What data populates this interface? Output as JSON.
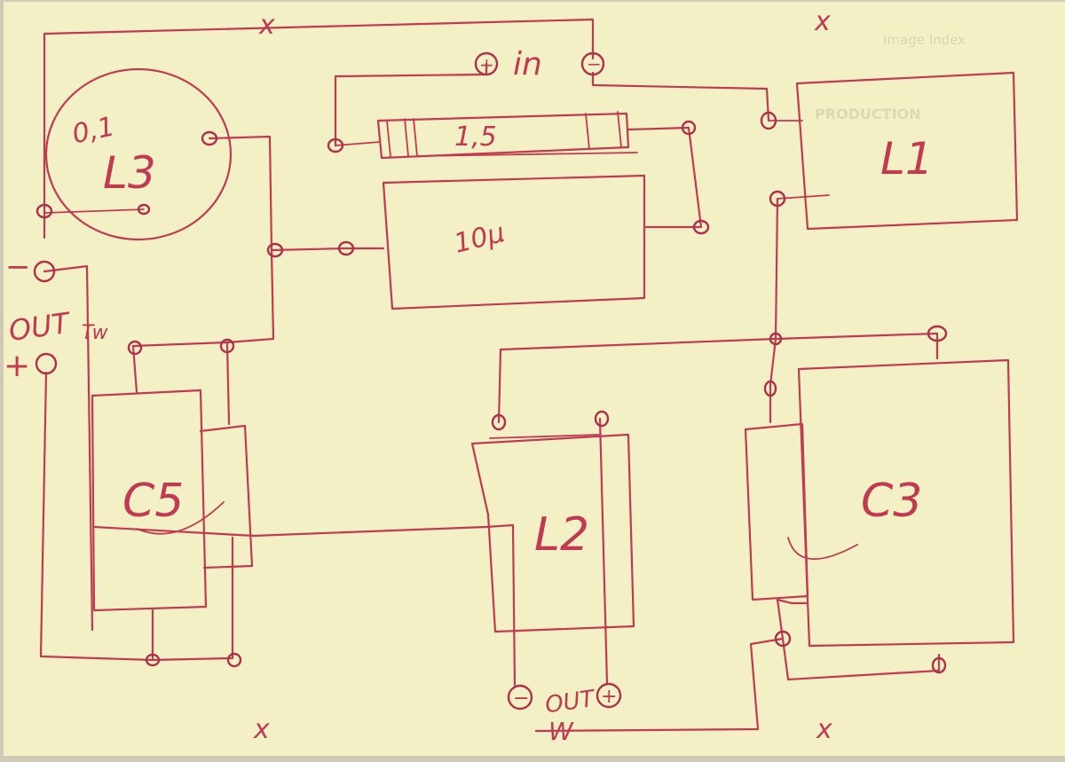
{
  "colors": {
    "paper": "#f3f0c6",
    "paper_edge": "#cfcab4",
    "ink": "#c23a52"
  },
  "components": {
    "l3": {
      "value": "0,1",
      "label": "L3"
    },
    "l1": {
      "label": "L1"
    },
    "l2": {
      "label": "L2"
    },
    "c3": {
      "label": "C3"
    },
    "c5": {
      "label": "C5"
    },
    "resistor": {
      "value": "1,5"
    },
    "capacitor": {
      "value": "10µ"
    }
  },
  "terminals": {
    "in_label": "in",
    "in_plus": "+",
    "in_minus": "−",
    "out_left_label": "OUT",
    "out_left_sub": "Tw",
    "out_left_minus": "−",
    "out_left_plus": "+",
    "out_bottom_label": "OUT",
    "out_bottom_sub": "W",
    "out_bottom_minus": "−",
    "out_bottom_plus": "+"
  },
  "corner_marks": [
    "x",
    "x",
    "x",
    "x"
  ],
  "background_text": [
    "Image Index",
    "PRODUCTION"
  ]
}
